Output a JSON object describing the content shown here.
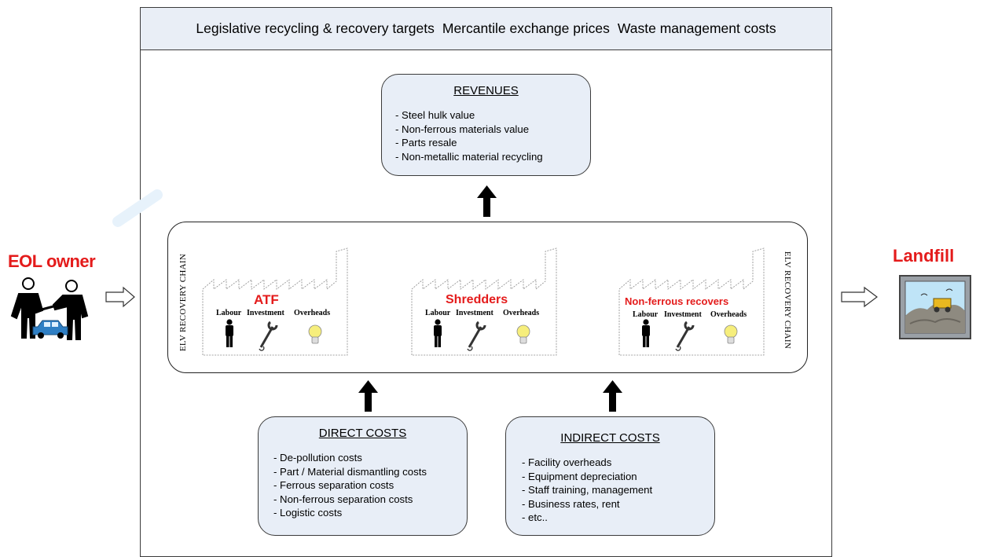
{
  "header": {
    "items": [
      "Legislative recycling & recovery targets",
      "Mercantile exchange prices",
      "Waste management costs"
    ]
  },
  "revenues": {
    "title": "REVENUES",
    "items": [
      "- Steel hulk value",
      "- Non-ferrous materials value",
      "- Parts resale",
      "- Non-metallic material recycling"
    ]
  },
  "chain": {
    "side_label": "ELV RECOVERY CHAIN",
    "stages": [
      {
        "title": "ATF",
        "labels": [
          "Labour",
          "Investment",
          "Overheads"
        ]
      },
      {
        "title": "Shredders",
        "labels": [
          "Labour",
          "Investment",
          "Overheads"
        ]
      },
      {
        "title": "Non-ferrous recovers",
        "labels": [
          "Labour",
          "Investment",
          "Overheads"
        ]
      }
    ]
  },
  "direct_costs": {
    "title": "DIRECT COSTS",
    "items": [
      "- De-pollution costs",
      "- Part / Material dismantling costs",
      "- Ferrous separation costs",
      "- Non-ferrous separation costs",
      "- Logistic costs"
    ]
  },
  "indirect_costs": {
    "title": "INDIRECT COSTS",
    "items": [
      "- Facility overheads",
      "- Equipment depreciation",
      "- Staff training, management",
      "- Business rates, rent",
      "- etc.."
    ]
  },
  "eol_owner": {
    "label": "EOL owner"
  },
  "landfill": {
    "label": "Landfill"
  },
  "colors": {
    "accent_red": "#e41b1b",
    "box_fill": "#e8eef7",
    "header_fill": "#e9eef6"
  }
}
